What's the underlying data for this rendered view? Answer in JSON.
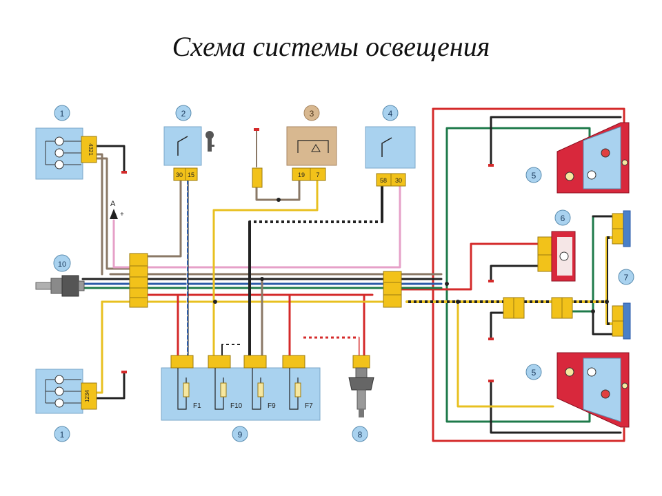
{
  "title": "Схема системы освещения",
  "component_numbers": {
    "front_light_top": "1",
    "front_light_bottom": "1",
    "ignition_switch": "2",
    "relay_3": "3",
    "relay_4": "4",
    "rear_light_top": "5",
    "rear_light_bottom": "5",
    "plate_light": "6",
    "side_lights": "7",
    "switch_8": "8",
    "fuse_block": "9",
    "sensor_10": "10"
  },
  "terminals": {
    "ignition_30": "30",
    "ignition_15": "15",
    "relay3_19": "19",
    "relay3_7": "7",
    "relay4_58": "58",
    "relay4_30": "30",
    "front_top_pins": "4321",
    "front_bottom_pins": "1234"
  },
  "fuses": [
    "F1",
    "F10",
    "F9",
    "F7"
  ],
  "ground_label": "A",
  "plus_sign": "+",
  "colors": {
    "red": "#d42a2a",
    "green": "#1e7a4a",
    "yellow": "#e8c020",
    "brown": "#8a7866",
    "pink": "#e6a0c8",
    "blue": "#2a5aa8",
    "black": "#222222",
    "connector": "#f2c21a",
    "panel_blue": "#a9d2ef",
    "relay_tan": "#d8b890",
    "lamp_red": "#d8283c"
  }
}
